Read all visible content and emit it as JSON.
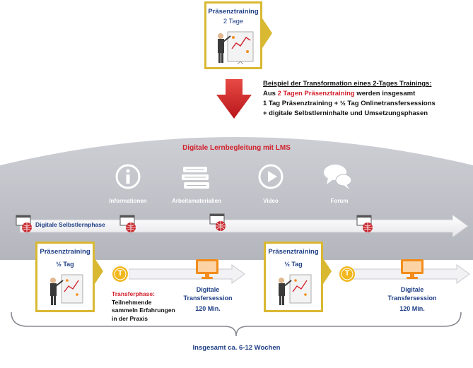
{
  "top_card": {
    "title": "Präsenztraining",
    "subtitle": "2  Tage"
  },
  "explanation": {
    "heading": "Beispiel der Transformation eines 2-Tages Trainings:",
    "line1_prefix": "Aus ",
    "line1_highlight": "2 Tagen Präsenztraining",
    "line1_suffix": " werden insgesamt",
    "line2": "1 Tag Präsenztraining + ½ Tag Onlinetransfersessions",
    "line3": "+ digitale Selbstlerninhalte und Umsetzungsphasen"
  },
  "lms": {
    "title": "Digitale Lernbegleitung mit LMS",
    "icons": [
      {
        "label": "Informationen",
        "icon": "info-icon"
      },
      {
        "label": "Arbeitsmaterialien",
        "icon": "books-icon"
      },
      {
        "label": "Video",
        "icon": "play-icon"
      },
      {
        "label": "Forum",
        "icon": "chat-icon"
      }
    ],
    "selfstudy_label": "Digitale Selbstlernphase"
  },
  "blocks": [
    {
      "card_title": "Präsenztraining",
      "card_sub": "½ Tag",
      "t_label": "T",
      "transfer_title": "Transferphase:",
      "transfer_text_lines": [
        "Teilnehmende",
        "sammeln Erfahrungen",
        "in der Praxis"
      ],
      "session_title_lines": [
        "Digitale",
        "Transfersession"
      ],
      "session_duration": "120 Min."
    },
    {
      "card_title": "Präsenztraining",
      "card_sub": "½ Tag",
      "t_label": "T",
      "session_title_lines": [
        "Digitale",
        "Transfersession"
      ],
      "session_duration": "120 Min."
    }
  ],
  "footer": "Insgesamt ca. 6-12 Wochen",
  "colors": {
    "navy": "#1f3f86",
    "red": "#d21f2b",
    "gold": "#d9b832",
    "orange": "#f28c1c",
    "gray": "#b7b9c0"
  }
}
